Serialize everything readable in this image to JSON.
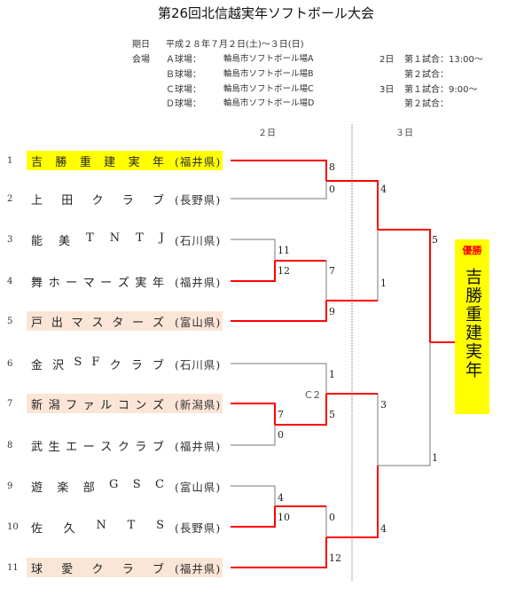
{
  "title": "第26回北信越実年ソフトボール大会",
  "info": {
    "date_label": "期日",
    "date_value": "平成２８年７月２日(土)～３日(日)",
    "venue_label": "会場",
    "venues": [
      {
        "field": "Ａ球場：",
        "place": "輪島市ソフトボール場A"
      },
      {
        "field": "Ｂ球場：",
        "place": "輪島市ソフトボール場B"
      },
      {
        "field": "Ｃ球場：",
        "place": "輪島市ソフトボール場C"
      },
      {
        "field": "Ｄ球場：",
        "place": "輪島市ソフトボール場D"
      }
    ],
    "schedule": [
      {
        "day": "2日",
        "game": "第１試合：13:00～"
      },
      {
        "day": "",
        "game": "第２試合："
      },
      {
        "day": "3日",
        "game": "第１試合：9:00～"
      },
      {
        "day": "",
        "game": "第２試合："
      }
    ]
  },
  "day_headers": {
    "day2": "２日",
    "day3": "３日"
  },
  "teams": [
    {
      "seed": "1",
      "chars": [
        "吉",
        "勝",
        "重",
        "建",
        "実",
        "年"
      ],
      "pref": "(福井県)",
      "highlight": "champion"
    },
    {
      "seed": "2",
      "chars": [
        "上",
        "田",
        "ク",
        "ラ",
        "ブ"
      ],
      "pref": "(長野県)",
      "highlight": ""
    },
    {
      "seed": "3",
      "chars": [
        "能",
        "美",
        "T",
        "N",
        "T",
        "J"
      ],
      "pref": "(石川県)",
      "highlight": ""
    },
    {
      "seed": "4",
      "chars": [
        "舞",
        "ホ",
        "ー",
        "マ",
        "ー",
        "ズ",
        "実",
        "年"
      ],
      "pref": "(福井県)",
      "highlight": ""
    },
    {
      "seed": "5",
      "chars": [
        "戸",
        "出",
        "マ",
        "ス",
        "タ",
        "ー",
        "ズ"
      ],
      "pref": "(富山県)",
      "highlight": "pale"
    },
    {
      "seed": "6",
      "chars": [
        "金",
        "沢",
        "S",
        "F",
        "ク",
        "ラ",
        "ブ"
      ],
      "pref": "(石川県)",
      "highlight": ""
    },
    {
      "seed": "7",
      "chars": [
        "新",
        "潟",
        "フ",
        "ァ",
        "ル",
        "コ",
        "ン",
        "ズ"
      ],
      "pref": "(新潟県)",
      "highlight": "pale"
    },
    {
      "seed": "8",
      "chars": [
        "武",
        "生",
        "エ",
        "ー",
        "ス",
        "ク",
        "ラ",
        "ブ"
      ],
      "pref": "(福井県)",
      "highlight": ""
    },
    {
      "seed": "9",
      "chars": [
        "遊",
        "楽",
        "部",
        "G",
        "S",
        "C"
      ],
      "pref": "(富山県)",
      "highlight": ""
    },
    {
      "seed": "10",
      "chars": [
        "佐",
        "久",
        "N",
        "T",
        "S"
      ],
      "pref": "(長野県)",
      "highlight": ""
    },
    {
      "seed": "11",
      "chars": [
        "球",
        "愛",
        "ク",
        "ラ",
        "ブ"
      ],
      "pref": "(福井県)",
      "highlight": "pale"
    }
  ],
  "scores": {
    "r1_3v4": [
      "11",
      "12"
    ],
    "r1_7v8": [
      "7",
      "0"
    ],
    "r1_9v10": [
      "4",
      "10"
    ],
    "r2_1v2": [
      "8",
      "0"
    ],
    "r2_34v5": [
      "7",
      "9"
    ],
    "r2_6v78": [
      "1",
      "5"
    ],
    "r2_910v11": [
      "0",
      "12"
    ],
    "sf_top": [
      "4",
      "1"
    ],
    "sf_bottom": [
      "3",
      "4"
    ],
    "final": [
      "5",
      "1"
    ]
  },
  "venue_code": "C２",
  "champion": {
    "label": "優勝",
    "name": "吉勝重建実年"
  },
  "colors": {
    "win_line": "#ff0000",
    "lose_line": "#777777",
    "champion_bg": "#ffff00",
    "pale_bg": "#fbe5d6"
  }
}
